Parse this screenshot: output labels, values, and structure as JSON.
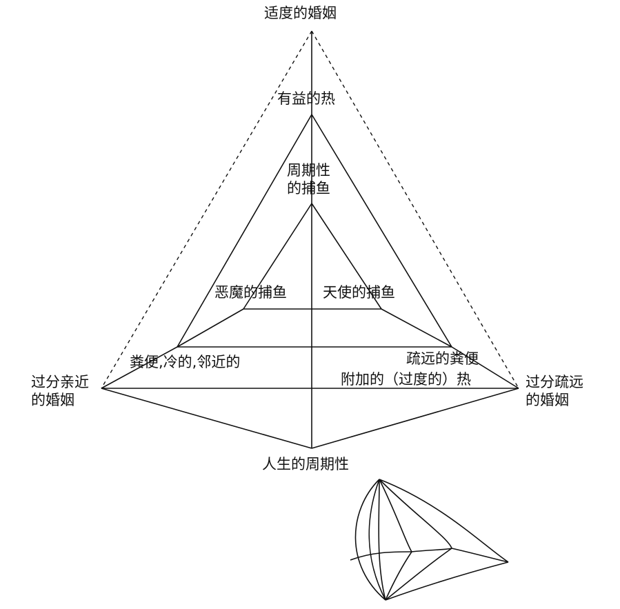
{
  "labels": {
    "top": "适度的婚姻",
    "beneficial_heat": "有益的热",
    "periodic_fishing_1": "周期性",
    "periodic_fishing_2": "的捕鱼",
    "devil_fishing": "恶魔的捕鱼",
    "angel_fishing": "天使的捕鱼",
    "left_inner": "粪便,冷的,邻近的",
    "right_inner": "疏远的粪便",
    "extra_heat": "附加的（过度的）热",
    "left_outer_1": "过分亲近",
    "left_outer_2": "的婚姻",
    "right_outer_1": "过分疏远",
    "right_outer_2": "的婚姻",
    "bottom": "人生的周期性"
  }
}
